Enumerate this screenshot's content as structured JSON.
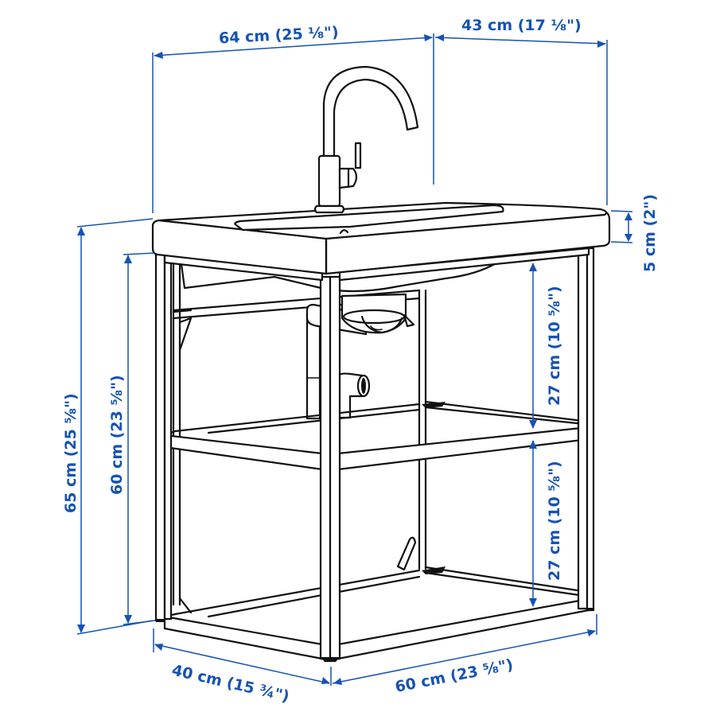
{
  "diagram": {
    "subject": "washbasin with open frame stand, two shelves and faucet",
    "colors": {
      "line_art": "#111111",
      "dimension": "#1553b3",
      "background": "#ffffff"
    },
    "dimensions": {
      "top_width": {
        "label": "64 cm (25 ⅛\")",
        "value_cm": 64,
        "value_in": "25 1/8"
      },
      "top_depth": {
        "label": "43 cm (17 ⅛\")",
        "value_cm": 43,
        "value_in": "17 1/8"
      },
      "basin_thickness": {
        "label": "5 cm (2\")",
        "value_cm": 5,
        "value_in": "2"
      },
      "total_height": {
        "label": "65 cm (25 ⅝\")",
        "value_cm": 65,
        "value_in": "25 5/8"
      },
      "frame_height": {
        "label": "60 cm (23 ⅝\")",
        "value_cm": 60,
        "value_in": "23 5/8"
      },
      "upper_clearance": {
        "label": "27 cm (10 ⅝\")",
        "value_cm": 27,
        "value_in": "10 5/8"
      },
      "lower_clearance": {
        "label": "27 cm (10 ⅝\")",
        "value_cm": 27,
        "value_in": "10 5/8"
      },
      "frame_depth": {
        "label": "40 cm (15 ¾\")",
        "value_cm": 40,
        "value_in": "15 3/4"
      },
      "frame_width": {
        "label": "60 cm (23 ⅝\")",
        "value_cm": 60,
        "value_in": "23 5/8"
      }
    }
  }
}
